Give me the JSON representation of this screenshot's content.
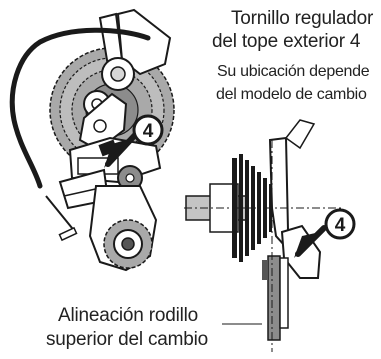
{
  "labels": {
    "limit_screw_title_line1": "Tornillo regulador",
    "limit_screw_title_line2": "del tope exterior 4",
    "location_note_line1": "Su ubicación depende",
    "location_note_line2": "del modelo de cambio",
    "pulley_alignment_line1": "Alineación rodillo",
    "pulley_alignment_line2": "superior del cambio"
  },
  "callouts": {
    "main_view_number": "4",
    "rear_view_number": "4"
  },
  "colors": {
    "ink": "#1a1a1a",
    "sprocket_gray": "#a9a9a9",
    "dark_gray": "#555555",
    "light_gray": "#d6d6d6",
    "axle_gray": "#c4c4c4"
  }
}
